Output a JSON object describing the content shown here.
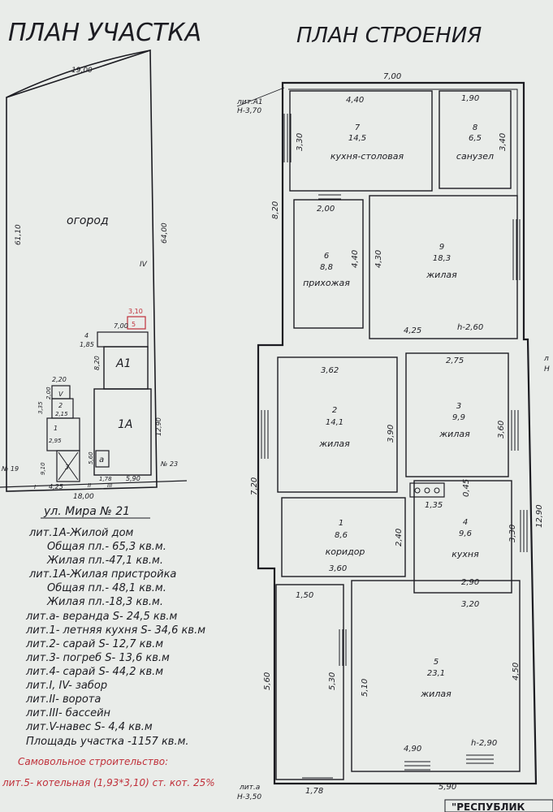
{
  "site_plan": {
    "title": "ПЛАН УЧАСТКА",
    "dims": {
      "top": "19,00",
      "left": "61,10",
      "right": "64,00",
      "bottom": "18,00",
      "building_right": "12,90",
      "a1_left": "8,20",
      "a1_top": "7,00",
      "lit4_w": "1,85",
      "boiler_w": "3,10",
      "v_w": "2,20",
      "v_h": "2,00",
      "shed2_w": "2,15",
      "shed_h": "3,35",
      "shed1_w": "2,95",
      "cellar_h": "9,10",
      "bottom_left": "4,25",
      "veranda_h": "5,60",
      "bottom_small": "1,78",
      "bottom_mid": "5,90"
    },
    "labels": {
      "garden": "огород",
      "fence_iv": "IV",
      "a1": "А1",
      "main": "1А",
      "veranda": "а",
      "n1": "1",
      "n2": "2",
      "n3": "3",
      "n4": "4",
      "n5": "5",
      "v": "V",
      "i": "I",
      "ii": "II",
      "iii": "III",
      "neighbor_left": "№ 19",
      "neighbor_right": "№ 23"
    }
  },
  "building_plan": {
    "title": "ПЛАН СТРОЕНИЯ",
    "lit_a1": "лит.А1",
    "lit_a1_h": "Н-3,70",
    "lit_a": "лит.а",
    "lit_a_h": "Н-3,50",
    "lit_edge": "л",
    "lit_edge_h": "Н",
    "rooms": [
      {
        "num": "7",
        "area": "14,5",
        "name": "кухня-столовая"
      },
      {
        "num": "8",
        "area": "6,5",
        "name": "санузел"
      },
      {
        "num": "6",
        "area": "8,8",
        "name": "прихожая"
      },
      {
        "num": "9",
        "area": "18,3",
        "name": "жилая"
      },
      {
        "num": "2",
        "area": "14,1",
        "name": "жилая"
      },
      {
        "num": "3",
        "area": "9,9",
        "name": "жилая"
      },
      {
        "num": "1",
        "area": "8,6",
        "name": "коридор"
      },
      {
        "num": "4",
        "area": "9,6",
        "name": "кухня"
      },
      {
        "num": "5",
        "area": "23,1",
        "name": "жилая"
      }
    ],
    "dims": {
      "top": "7,00",
      "r7_w": "4,40",
      "r8_w": "1,90",
      "r7_h": "3,30",
      "r8_h": "3,40",
      "a1_h": "8,20",
      "r6_w": "2,00",
      "r6_h": "4,40",
      "r9_h": "4,30",
      "r9_w": "4,25",
      "h1": "h-2,60",
      "r2_w": "3,62",
      "r3_w": "2,75",
      "r2_h": "3,90",
      "r3_h": "3,60",
      "left_total": "7,20",
      "r4_gap": "0,45",
      "stove": "1,35",
      "right_total": "12,90",
      "r1_h": "2,40",
      "r4_h": "3,30",
      "r1_w": "3,60",
      "r4_w": "2,90",
      "veranda_w": "1,50",
      "r5_top": "3,20",
      "left_bottom": "5,60",
      "veranda_h": "5,30",
      "r5_h_left": "5,10",
      "r5_h": "4,50",
      "r5_w": "4,90",
      "h2": "h-2,90",
      "bottom_small": "1,78",
      "bottom": "5,90"
    }
  },
  "legend": {
    "street": "ул. Мира № 21",
    "lines": [
      "лит.1А-Жилой дом",
      "Общая пл.- 65,3 кв.м.",
      "Жилая пл.-47,1 кв.м.",
      "лит.1А-Жилая пристройка",
      "Общая пл.- 48,1 кв.м.",
      "Жилая пл.-18,3 кв.м.",
      "лит.а- веранда S- 24,5 кв.м",
      "лит.1- летняя кухня S- 34,6 кв.м",
      "лит.2- сарай S- 12,7 кв.м",
      "лит.3- погреб S- 13,6 кв.м",
      "лит.4- сарай S- 44,2 кв.м",
      "лит.I, IV- забор",
      "лит.II- ворота",
      "лит.III- бассейн",
      "лит.V-навес S- 4,4 кв.м",
      "Площадь участка -1157 кв.м."
    ],
    "red_lines": [
      "Самовольное строительство:",
      "лит.5- котельная (1,93*3,10) ст. кот. 25%"
    ],
    "footer": "\"РЕСПУБЛИК"
  }
}
